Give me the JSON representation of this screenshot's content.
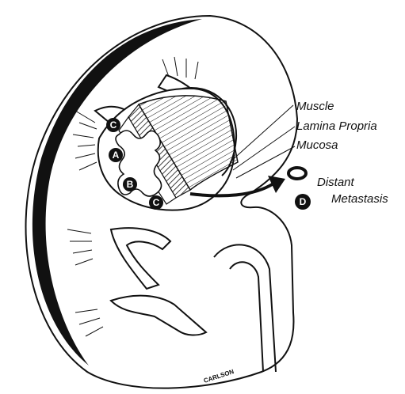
{
  "labels": {
    "muscle": "Muscle",
    "lamina_propria": "Lamina Propria",
    "mucosa": "Mucosa",
    "distant_line1": "Distant",
    "distant_line2": "Metastasis"
  },
  "stage_badges": {
    "c_top": "C",
    "a": "A",
    "b": "B",
    "c_bottom": "C",
    "d": "D"
  },
  "signature": "CARLSON",
  "colors": {
    "ink": "#111111",
    "paper": "#ffffff"
  }
}
